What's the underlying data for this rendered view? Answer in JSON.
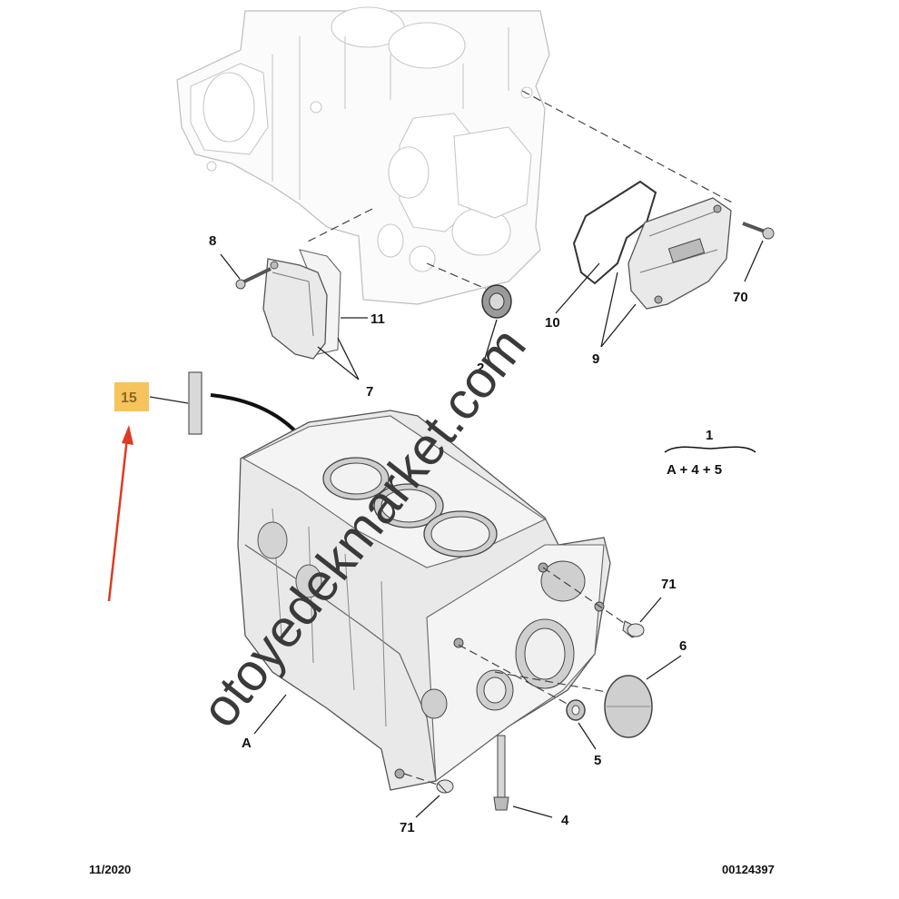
{
  "callouts": {
    "c8": "8",
    "c11": "11",
    "c7": "7",
    "c2": "2",
    "c10": "10",
    "c9": "9",
    "c70": "70",
    "c15": "15",
    "c1": "1",
    "c1_formula": "A + 4 + 5",
    "c71_top": "71",
    "c6": "6",
    "c5": "5",
    "cA": "A",
    "c71_bottom": "71",
    "c4": "4"
  },
  "footer": {
    "date": "11/2020",
    "ref": "00124397"
  },
  "watermark": "otoyedekmarket.com",
  "colors": {
    "highlight": "#f6c35c",
    "highlight_text": "#8a6a1e",
    "arrow": "#e03a22"
  },
  "icons": {
    "pointer": "arrow-up-icon"
  }
}
